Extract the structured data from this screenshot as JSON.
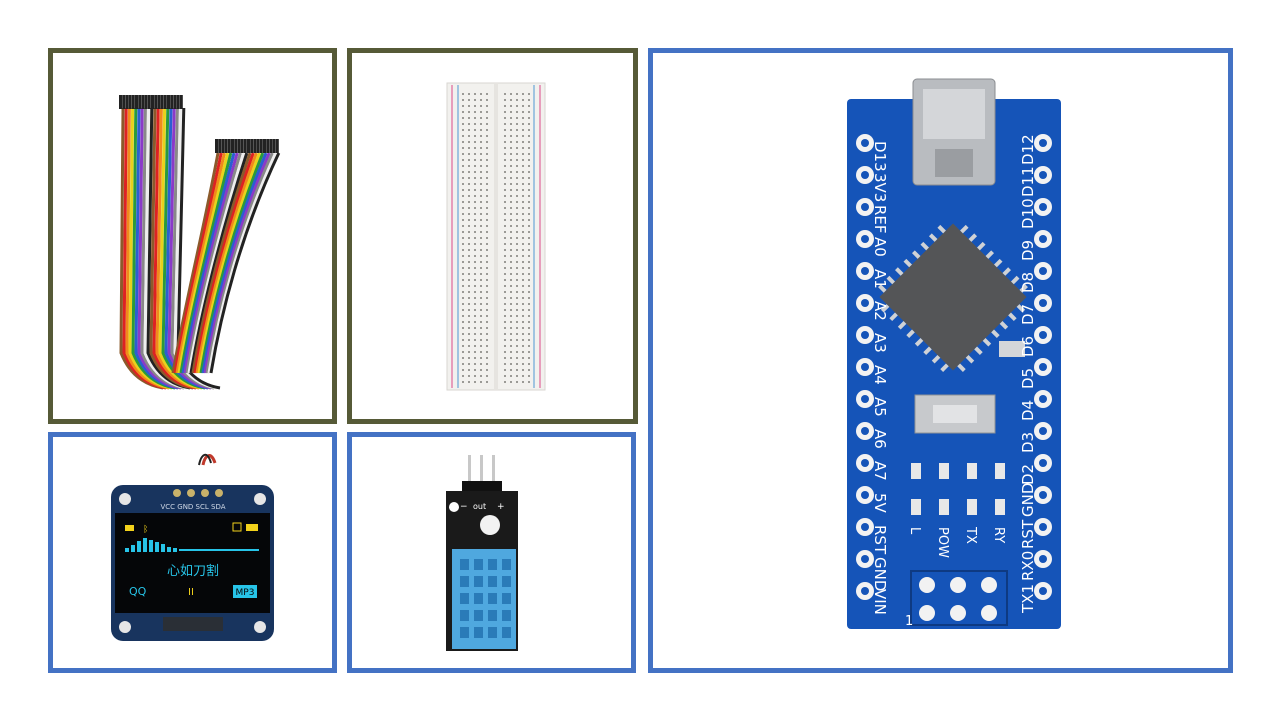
{
  "images": [
    {
      "name": "Dupont jumper wire ribbon"
    },
    {
      "name": "Solderless breadboard"
    },
    {
      "name": "OLED display module"
    },
    {
      "name": "DHT11 temperature humidity sensor module"
    },
    {
      "name": "Arduino Nano board"
    }
  ],
  "oled_screen": {
    "header_labels": "VCC GND SCL SDA",
    "chinese_text": "心如刀割",
    "left_label": "QQ",
    "right_label": "MP3",
    "pause_symbol": "II"
  },
  "dht_module": {
    "pin_label_minus": "−",
    "pin_label_out": "out",
    "pin_label_plus": "+"
  },
  "nano_board": {
    "left_pins": [
      "D13",
      "3V3",
      "REF",
      "A0",
      "A1",
      "A2",
      "A3",
      "A4",
      "A5",
      "A6",
      "A7",
      "5V",
      "RST",
      "GND",
      "VIN"
    ],
    "right_pins": [
      "D12",
      "D11",
      "D10",
      "D9",
      "D8",
      "D7",
      "D6",
      "D5",
      "D4",
      "D3",
      "D2",
      "GND",
      "RST",
      "RX0",
      "TX1"
    ],
    "led_labels": [
      "L",
      "POW",
      "TX",
      "RY"
    ],
    "icsp_marker": "1"
  },
  "colors": {
    "olive_border": "#565a37",
    "blue_border": "#4472c4",
    "pcb_blue": "#1554b8",
    "oled_cyan": "#27c4e8",
    "oled_yellow": "#f3d21b",
    "sensor_blue": "#4fa8df"
  }
}
